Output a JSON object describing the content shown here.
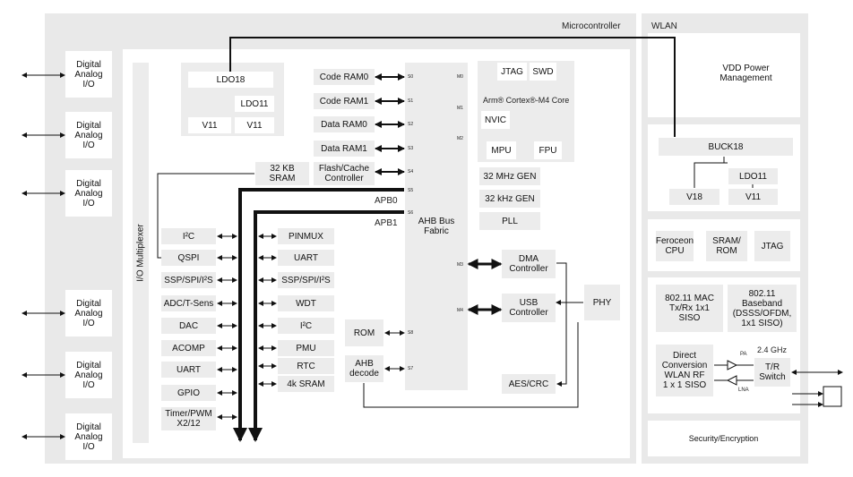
{
  "titles": {
    "microcontroller": "Microcontroller",
    "wlan": "WLAN"
  },
  "io_blocks": [
    "Digital\nAnalog\nI/O",
    "Digital\nAnalog\nI/O",
    "Digital\nAnalog\nI/O",
    "Digital\nAnalog\nI/O",
    "Digital\nAnalog\nI/O",
    "Digital\nAnalog\nI/O"
  ],
  "io_mux": "I/O Multiplexer",
  "ldo_group": {
    "ldo18": "LDO18",
    "ldo11": "LDO11",
    "v11_a": "V11",
    "v11_b": "V11"
  },
  "memories": {
    "code_ram0": "Code RAM0",
    "code_ram1": "Code RAM1",
    "data_ram0": "Data RAM0",
    "data_ram1": "Data RAM1",
    "flash_cache": "Flash/Cache\nController",
    "sram32": "32 KB\nSRAM"
  },
  "cpu": {
    "jtag": "JTAG",
    "swd": "SWD",
    "core": "Arm® Cortex®-M4 Core",
    "nvic": "NVIC",
    "mpu": "MPU",
    "fpu": "FPU"
  },
  "clocks": {
    "gen32m": "32 MHz GEN",
    "gen32k": "32 kHz GEN",
    "pll": "PLL"
  },
  "bus": {
    "fabric": "AHB Bus\nFabric",
    "apb0": "APB0",
    "apb1": "APB1"
  },
  "ports": {
    "s0": "S0",
    "s1": "S1",
    "s2": "S2",
    "s3": "S3",
    "s4": "S4",
    "s5": "S5",
    "s6": "S6",
    "s8": "S8",
    "s7": "S7",
    "m0": "M0",
    "m1": "M1",
    "m2": "M2",
    "m3": "M3",
    "m4": "M4"
  },
  "apb0_periph": [
    "I²C",
    "QSPI",
    "SSP/SPI/I²S",
    "ADC/T-Sens",
    "DAC",
    "ACOMP",
    "UART",
    "GPIO",
    "Timer/PWM\nX2/12"
  ],
  "apb1_periph": [
    "PINMUX",
    "UART",
    "SSP/SPI/I²S",
    "WDT",
    "I²C",
    "PMU",
    "RTC",
    "4k SRAM"
  ],
  "ahb_blocks": {
    "rom": "ROM",
    "ahb_decode": "AHB\ndecode",
    "dma": "DMA\nController",
    "usb": "USB\nController",
    "phy": "PHY",
    "aes": "AES/CRC"
  },
  "wlan": {
    "vdd": "VDD Power\nManagement",
    "buck18": "BUCK18",
    "ldo11": "LDO11",
    "v18": "V18",
    "v11": "V11",
    "feroceon": "Feroceon\nCPU",
    "sram_rom": "SRAM/\nROM",
    "jtag": "JTAG",
    "mac": "802.11 MAC\nTx/Rx 1x1\nSISO",
    "baseband": "802.11\nBaseband\n(DSSS/OFDM,\n1x1 SISO)",
    "rf": "Direct\nConversion\nWLAN RF\n1 x 1 SISO",
    "ghz": "2.4 GHz",
    "pa": "PA",
    "lna": "LNA",
    "tr": "T/R\nSwitch",
    "security": "Security/Encryption"
  }
}
